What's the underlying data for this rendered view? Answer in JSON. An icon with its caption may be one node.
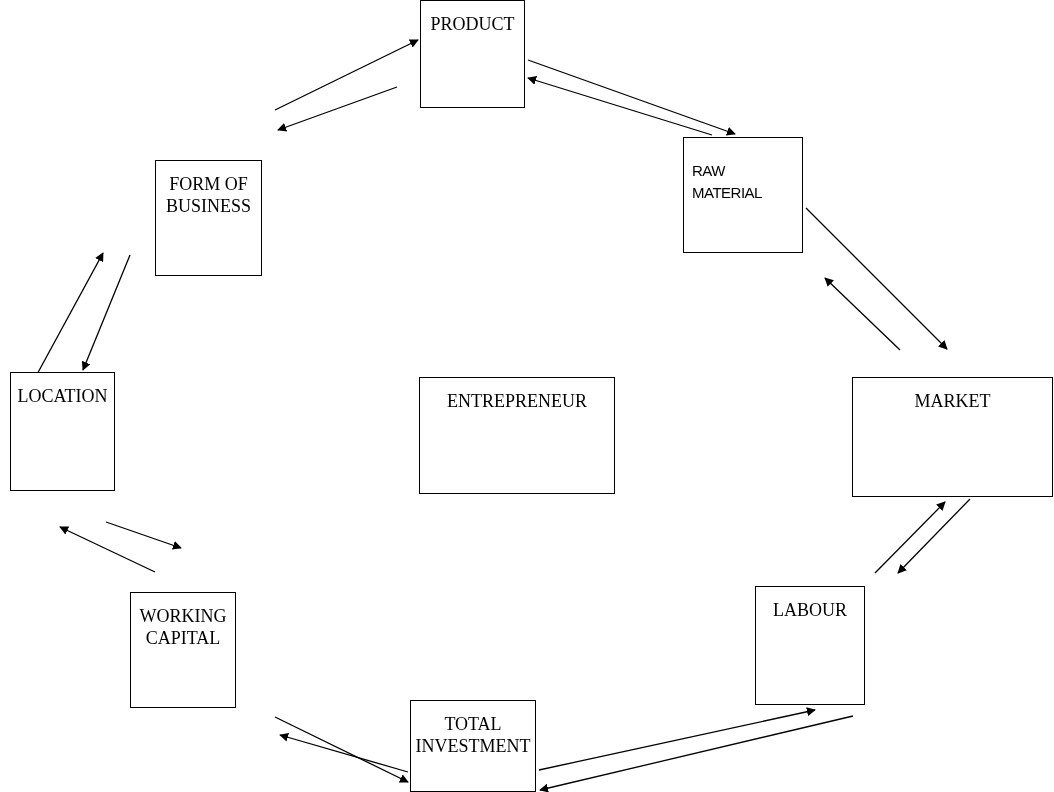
{
  "diagram": {
    "nodes": [
      {
        "text": [
          "PRODUCT"
        ]
      },
      {
        "text": [
          "FORM OF BUSINESS"
        ]
      },
      {
        "text": [
          "RAW MATERIAL"
        ]
      },
      {
        "text": [
          "LOCATION"
        ]
      },
      {
        "text": [
          "ENTREPRENEUR"
        ]
      },
      {
        "text": [
          "MARKET"
        ]
      },
      {
        "text": [
          "WORKING CAPITAL"
        ]
      },
      {
        "text": [
          "LABOUR"
        ]
      },
      {
        "text": [
          "TOTAL INVESTMENT"
        ]
      }
    ],
    "edges": [
      {
        "from": 1,
        "to": 0,
        "arrow": "to"
      },
      {
        "from": 0,
        "to": 1,
        "arrow": "to"
      },
      {
        "from": 2,
        "to": 0,
        "arrow": "to"
      },
      {
        "from": 0,
        "to": 2,
        "arrow": "to"
      },
      {
        "from": 5,
        "to": 2,
        "arrow": "to"
      },
      {
        "from": 2,
        "to": 5,
        "arrow": "to"
      },
      {
        "from": 7,
        "to": 5,
        "arrow": "to"
      },
      {
        "from": 5,
        "to": 7,
        "arrow": "to"
      },
      {
        "from": 8,
        "to": 7,
        "arrow": "to"
      },
      {
        "from": 7,
        "to": 8,
        "arrow": "to"
      },
      {
        "from": 6,
        "to": 8,
        "arrow": "to"
      },
      {
        "from": 8,
        "to": 6,
        "arrow": "to"
      },
      {
        "from": 6,
        "to": 3,
        "arrow": "to"
      },
      {
        "from": 3,
        "to": 6,
        "arrow": "to"
      },
      {
        "from": 3,
        "to": 1,
        "arrow": "to"
      },
      {
        "from": 1,
        "to": 3,
        "arrow": "to"
      }
    ]
  }
}
